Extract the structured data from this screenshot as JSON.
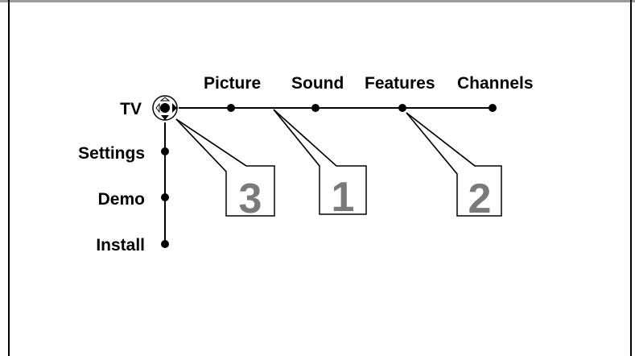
{
  "menu": {
    "root_label": "TV",
    "main_items": [
      {
        "label": "Picture"
      },
      {
        "label": "Sound"
      },
      {
        "label": "Features"
      },
      {
        "label": "Channels"
      }
    ],
    "sub_items": [
      {
        "label": "Settings"
      },
      {
        "label": "Demo"
      },
      {
        "label": "Install"
      }
    ]
  },
  "callouts": [
    {
      "number": "3"
    },
    {
      "number": "1"
    },
    {
      "number": "2"
    }
  ],
  "icons": {
    "cursor": "navigation-cursor-icon"
  },
  "colors": {
    "frame_top": "#9a9a9a",
    "line": "#000000",
    "badge_number": "#7a7a7a"
  }
}
